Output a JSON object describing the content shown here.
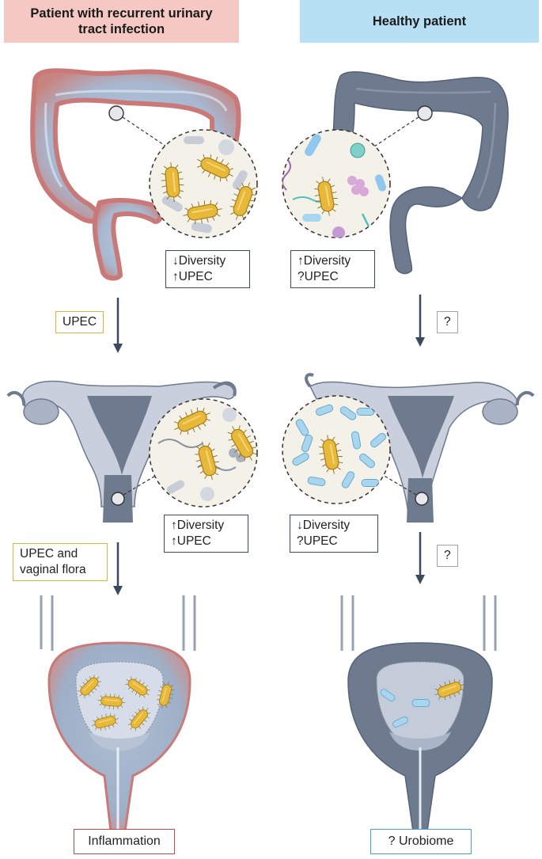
{
  "headers": {
    "left": "Patient with recurrent urinary tract infection",
    "right": "Healthy patient"
  },
  "gut": {
    "left_stats": [
      "↓Diversity",
      "↑UPEC"
    ],
    "right_stats": [
      "↑Diversity",
      "?UPEC"
    ],
    "left_transfer": "UPEC",
    "right_transfer": "?"
  },
  "vagina": {
    "left_stats": [
      "↑Diversity",
      "↑UPEC"
    ],
    "right_stats": [
      "↓Diversity",
      "?UPEC"
    ],
    "left_transfer": "UPEC and vaginal flora",
    "right_transfer": "?"
  },
  "bladder": {
    "left_outcome": "Inflammation",
    "right_outcome": "? Urobiome"
  },
  "colors": {
    "inflamed": "#c97a78",
    "organ": "#6e7a8e",
    "upec": "#e8b838",
    "lacto": "#a8d6ee",
    "label_border": "#d9b642",
    "stat_border": "#3a4a5e",
    "inflammation_border": "#c44a4a",
    "urobiome_border": "#4aa0d0"
  }
}
